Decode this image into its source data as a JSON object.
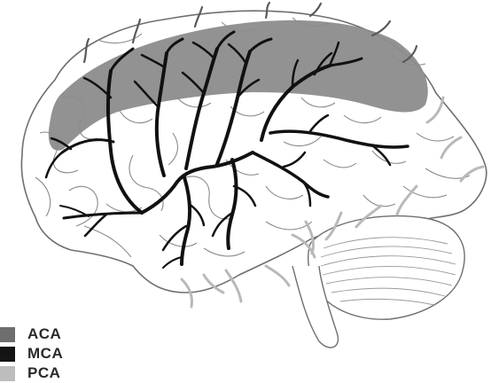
{
  "legend": {
    "items": [
      {
        "label": "ACA",
        "color": "#6e6e6e"
      },
      {
        "label": "MCA",
        "color": "#141414"
      },
      {
        "label": "PCA",
        "color": "#bdbdbd"
      }
    ]
  },
  "colors": {
    "aca": "#8a8a8a",
    "mca": "#111111",
    "pca": "#b9b9b9",
    "outline": "#7c7c7c"
  }
}
